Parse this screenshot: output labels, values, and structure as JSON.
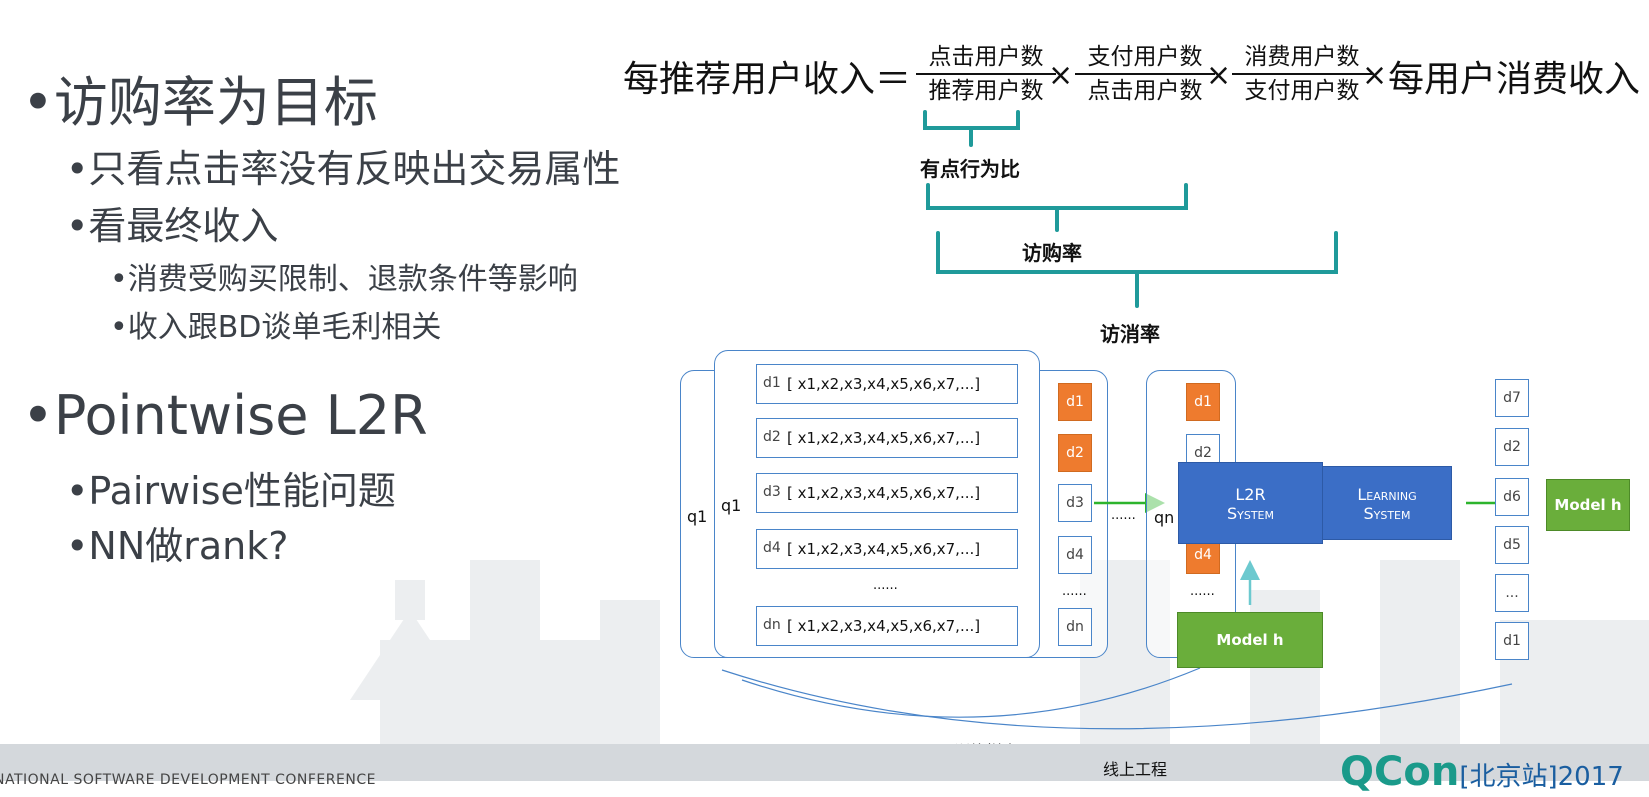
{
  "slide": {
    "bullets": [
      {
        "text": "访购率为目标",
        "level": 1
      },
      {
        "text": "只看点击率没有反映出交易属性",
        "level": 2
      },
      {
        "text": "看最终收入",
        "level": 2
      },
      {
        "text": "消费受购买限制、退款条件等影响",
        "level": 3
      },
      {
        "text": "收入跟BD谈单毛利相关",
        "level": 3
      },
      {
        "text": "Pointwise L2R",
        "level": 1
      },
      {
        "text": "Pairwise性能问题",
        "level": 2
      },
      {
        "text": "NN做rank?",
        "level": 2
      }
    ],
    "bullet_char": "•"
  },
  "formula": {
    "lhs": "每推荐用户收入＝",
    "f1_num": "点击用户数",
    "f1_den": "推荐用户数",
    "f2_num": "支付用户数",
    "f2_den": "点击用户数",
    "f3_num": "消费用户数",
    "f3_den": "支付用户数",
    "times": "×",
    "tail": "每用户消费收入",
    "brace1": "有点行为比",
    "brace2": "访购率",
    "brace3": "访消率"
  },
  "diagram": {
    "q_outer": "q1",
    "q_inner": "q1",
    "rows": [
      {
        "id": "d1",
        "features": "[ x1,x2,x3,x4,x5,x6,x7,...]"
      },
      {
        "id": "d2",
        "features": "[ x1,x2,x3,x4,x5,x6,x7,...]"
      },
      {
        "id": "d3",
        "features": "[ x1,x2,x3,x4,x5,x6,x7,...]"
      },
      {
        "id": "d4",
        "features": "[ x1,x2,x3,x4,x5,x6,x7,...]"
      },
      {
        "id": "dn",
        "features": "[ x1,x2,x3,x4,x5,x6,x7,...]"
      }
    ],
    "ellipsis": "......",
    "label_col": [
      "d1",
      "d2",
      "d3",
      "d4",
      "dn"
    ],
    "qn": "qn",
    "qn_col": [
      "d1",
      "d2",
      "d4"
    ],
    "l2r_line1": "L2R",
    "l2r_line2": "System",
    "learning_line1": "Learning",
    "learning_line2": "System",
    "model_h": "Model h",
    "ranked": [
      "d7",
      "d2",
      "d6",
      "d5",
      "...",
      "d1"
    ],
    "caption_train": "训练样本",
    "caption_online": "线上工程"
  },
  "footer": {
    "conference": "NATIONAL SOFTWARE DEVELOPMENT CONFERENCE",
    "logo": "QCon",
    "logo_suffix": "[北京站]2017"
  },
  "colors": {
    "teal_brace": "#1f9a9a",
    "orange": "#ee7b2e",
    "blue": "#3b6ec6",
    "green": "#6aae3b",
    "arrow_green": "#2db42d"
  }
}
